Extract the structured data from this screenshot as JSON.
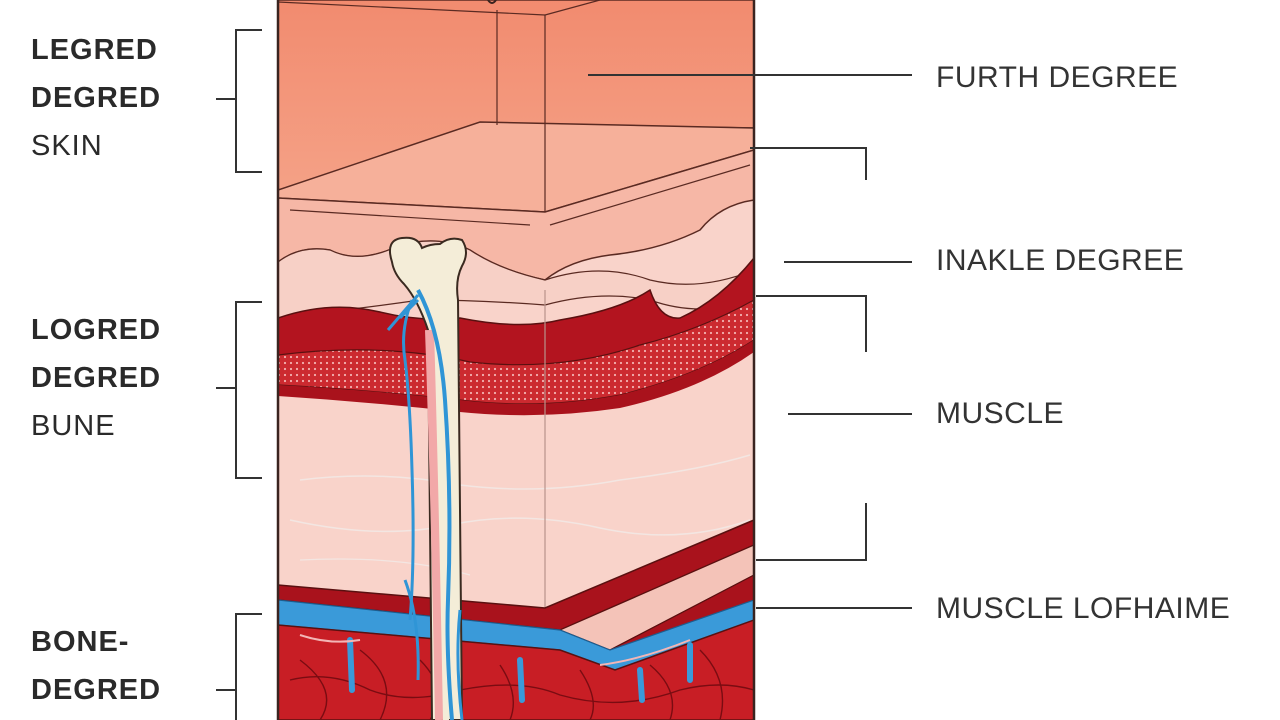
{
  "left_labels": {
    "group1": [
      "LEGRED",
      "DEGRED",
      "SKIN"
    ],
    "group2": [
      "LOGRED",
      "DEGRED",
      "BUNE"
    ],
    "group3": [
      "BONE-",
      "DEGRED"
    ]
  },
  "right_labels": [
    "FURTH DEGREE",
    "INAKLE DEGREE",
    "MUSCLE",
    "MUSCLE LOFHAIME"
  ],
  "colors": {
    "skin_top": "#f08a6e",
    "skin_face": "#f5a48c",
    "dermis": "#f8cdc4",
    "blood_red": "#b3141f",
    "muscle_red": "#c81e25",
    "vessel_blue": "#2f95d6",
    "bone": "#f4edd8",
    "outline": "#3a2420"
  }
}
